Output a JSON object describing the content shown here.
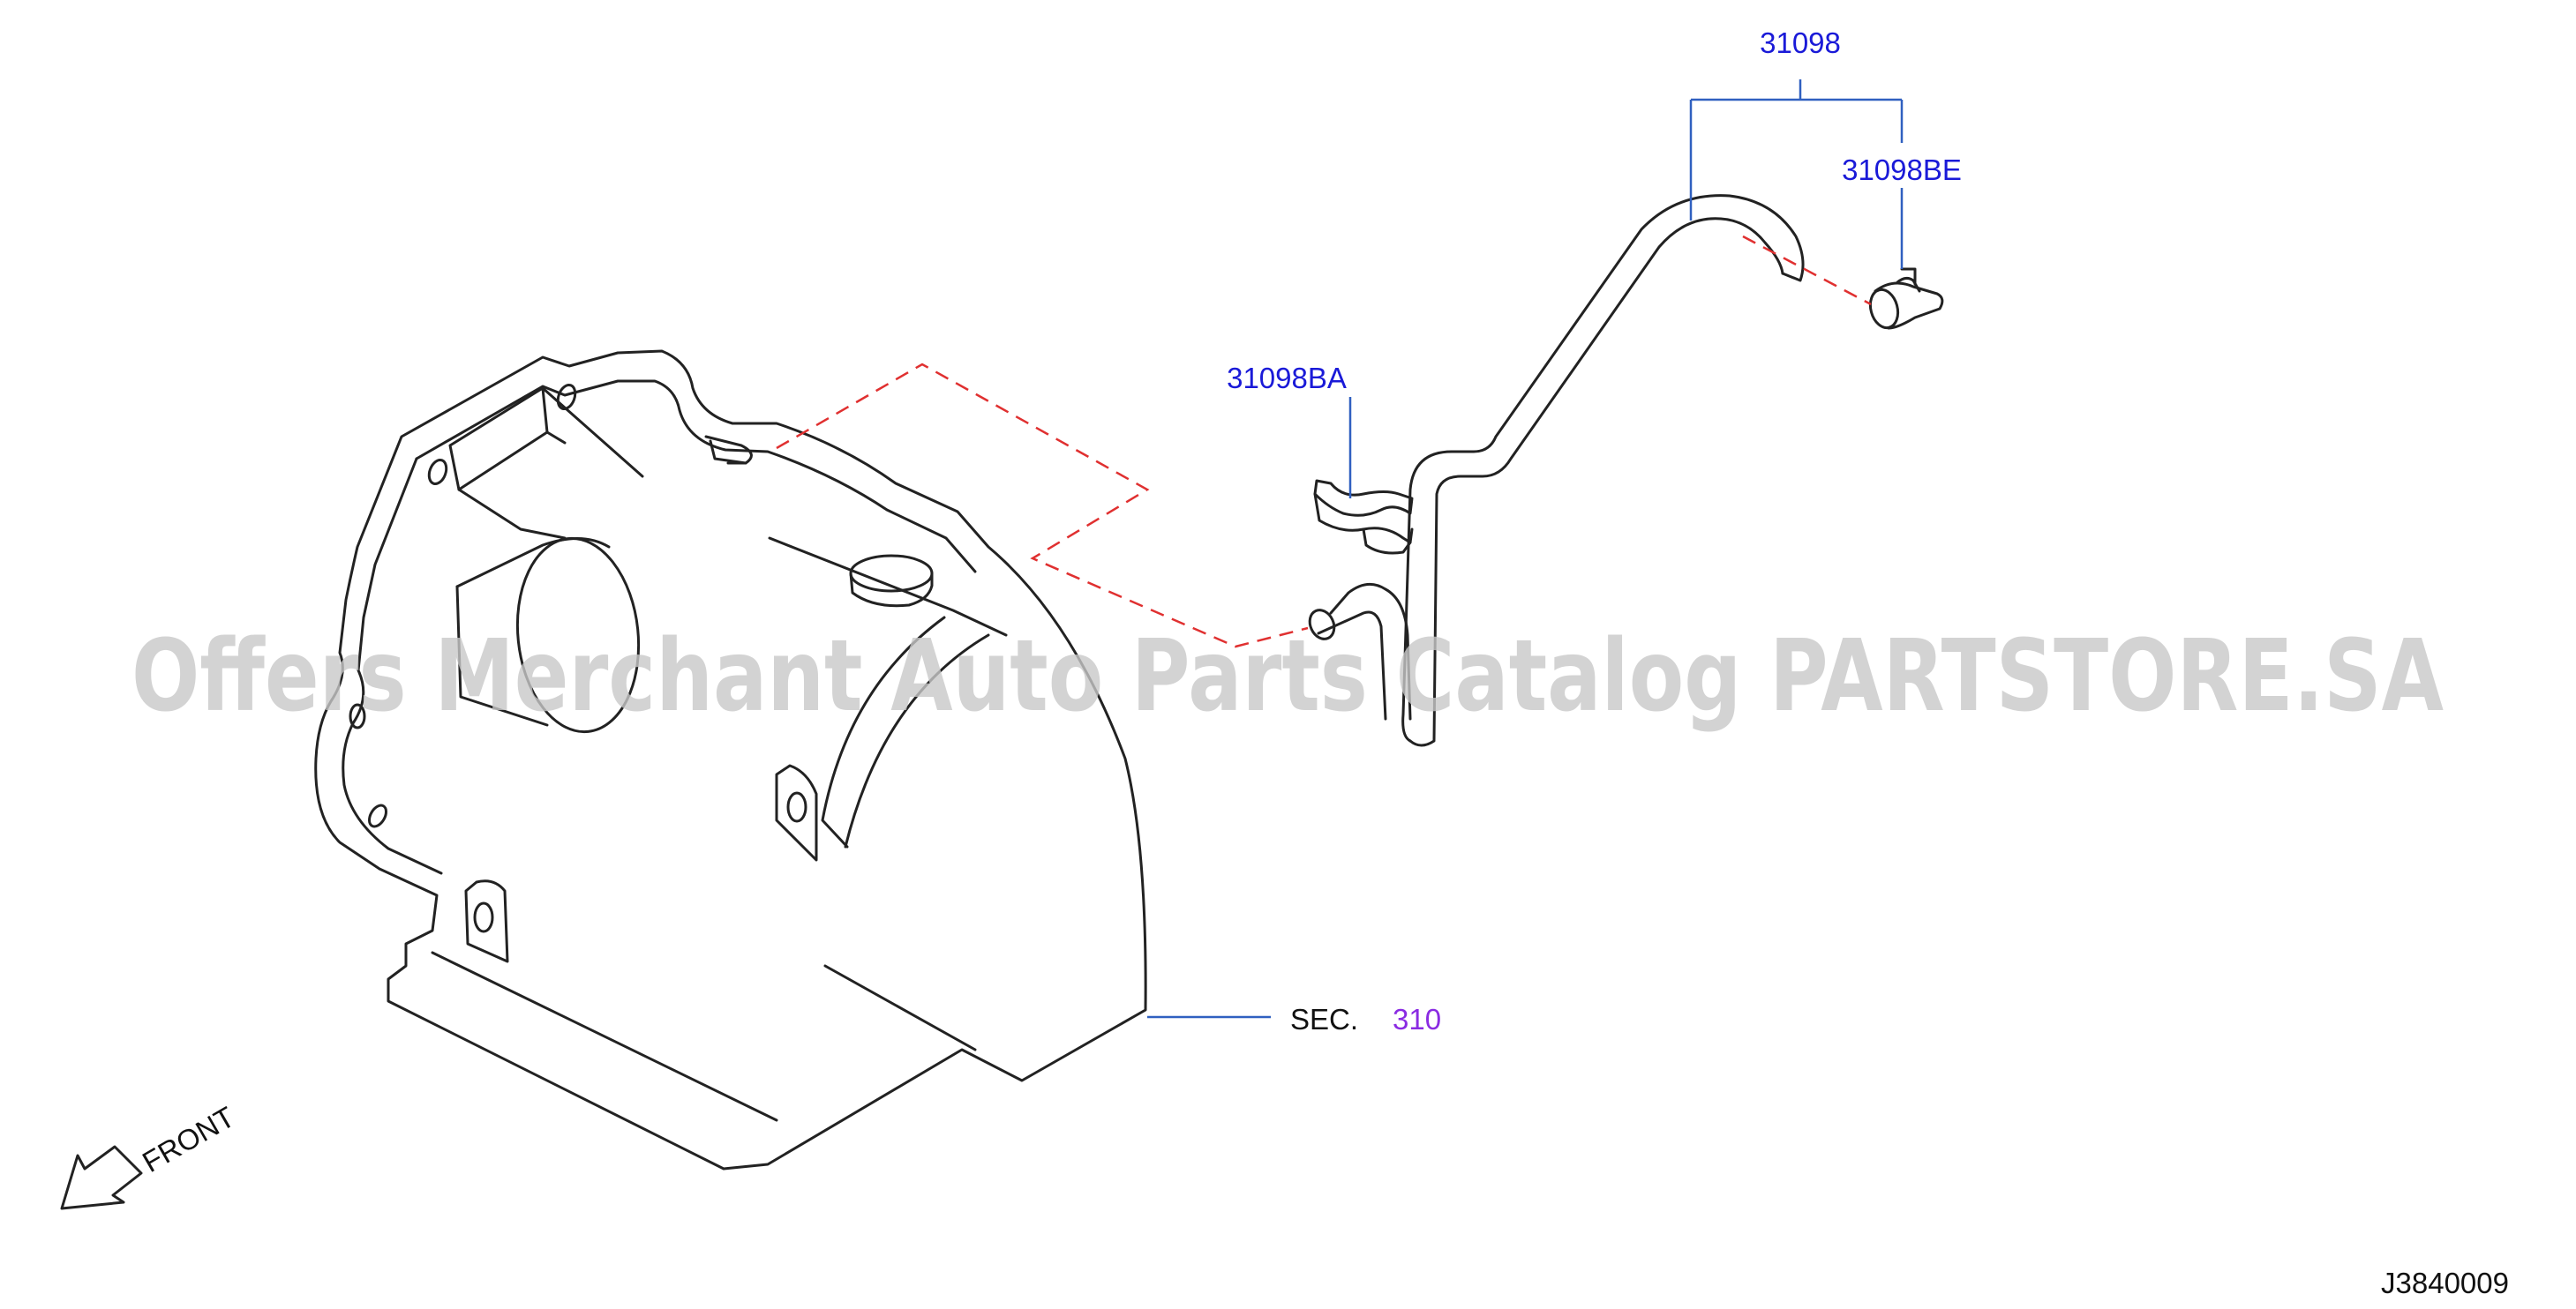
{
  "diagram": {
    "labels": {
      "part_31098": "31098",
      "part_31098BE": "31098BE",
      "part_31098BA": "31098BA",
      "sec_prefix": "SEC.",
      "sec_number": "310",
      "front": "FRONT",
      "diagram_code": "J3840009"
    },
    "watermark": "Offers Merchant Auto Parts Catalog PARTSTORE.SA",
    "colors": {
      "part_number": "#1a1ad8",
      "section_number": "#8a2be2",
      "line": "#222222",
      "leader": "#3060c0",
      "dashed": "#e03030",
      "watermark": "#d3d3d3"
    }
  }
}
